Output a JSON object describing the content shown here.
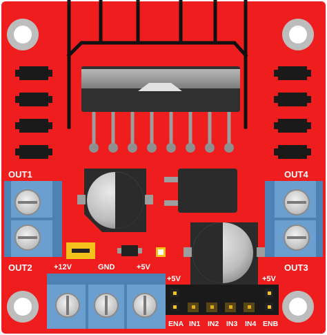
{
  "board": {
    "pcb_color": "#ef1d1d",
    "terminal_color": "#6a9fd0",
    "terminal_dark": "#4f82b4",
    "jumper_color": "#f4c21a",
    "output_labels": {
      "out1": "OUT1",
      "out2": "OUT2",
      "out3": "OUT3",
      "out4": "OUT4"
    },
    "power_labels": {
      "v12": "+12V",
      "gnd": "GND",
      "v5": "+5V"
    },
    "header_top_labels": {
      "left": "+5V",
      "right": "+5V"
    },
    "header_pins": [
      "ENA",
      "IN1",
      "IN2",
      "IN3",
      "IN4",
      "ENB"
    ]
  }
}
